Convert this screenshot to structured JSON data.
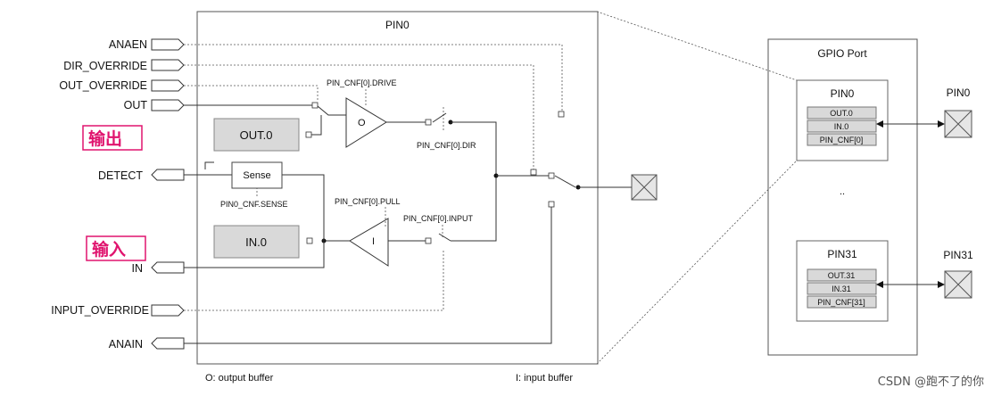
{
  "pin_block": {
    "title": "PIN0",
    "signals_in": [
      "ANAEN",
      "DIR_OVERRIDE",
      "OUT_OVERRIDE",
      "OUT"
    ],
    "detect": "DETECT",
    "in": "IN",
    "input_override": "INPUT_OVERRIDE",
    "anain": "ANAIN",
    "out_reg": "OUT.0",
    "in_reg": "IN.0",
    "sense": "Sense",
    "out_buf": "O",
    "in_buf": "I",
    "drive_label": "PIN_CNF[0].DRIVE",
    "dir_label": "PIN_CNF[0].DIR",
    "sense_label": "PIN0_CNF.SENSE",
    "pull_label": "PIN_CNF[0].PULL",
    "input_label": "PIN_CNF[0].INPUT",
    "legend_out": "O: output buffer",
    "legend_in": "I: input buffer",
    "tag_output": "输出",
    "tag_input": "输入"
  },
  "gpio_port": {
    "title": "GPIO Port",
    "ellipsis": "..",
    "pins": [
      {
        "name": "PIN0",
        "regs": [
          "OUT.0",
          "IN.0",
          "PIN_CNF[0]"
        ],
        "ext": "PIN0"
      },
      {
        "name": "PIN31",
        "regs": [
          "OUT.31",
          "IN.31",
          "PIN_CNF[31]"
        ],
        "ext": "PIN31"
      }
    ]
  },
  "watermark": "CSDN @跑不了的你"
}
